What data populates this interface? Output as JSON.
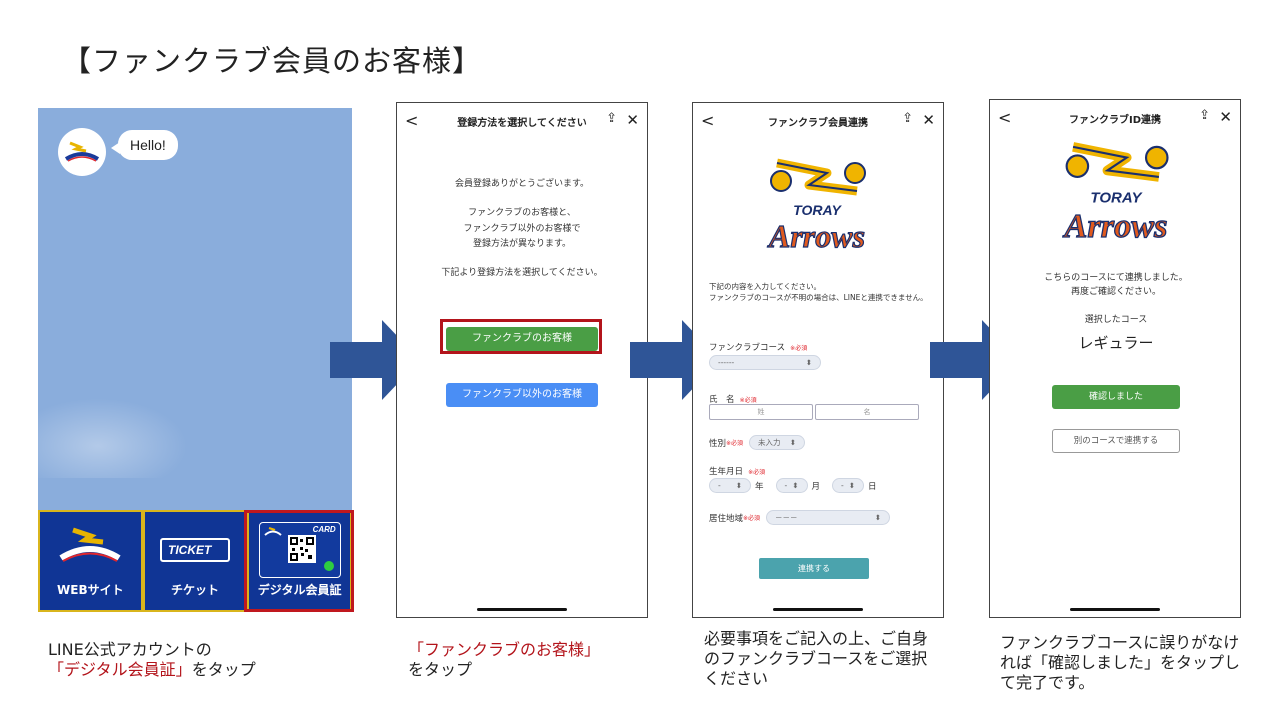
{
  "page_title": "【ファンクラブ会員のお客様】",
  "colors": {
    "accent_red": "#b3141b",
    "arrow_blue": "#2f5597",
    "line_bg": "#8aaddc",
    "green": "#4a9e45",
    "blue": "#4a8ef5"
  },
  "panel1": {
    "bubble": "Hello!",
    "menu": [
      {
        "label": "WEBサイト",
        "icon": "arrows-logo-icon"
      },
      {
        "label": "チケット",
        "icon": "ticket-icon",
        "icon_text": "TICKET"
      },
      {
        "label": "デジタル会員証",
        "icon": "member-card-icon",
        "icon_text": "CARD"
      }
    ],
    "caption_prefix": "LINE公式アカウントの",
    "caption_highlight": "「デジタル会員証」",
    "caption_suffix": "をタップ"
  },
  "panel2": {
    "header_title": "登録方法を選択してください",
    "lines": [
      "会員登録ありがとうございます。",
      "ファンクラブのお客様と、",
      "ファンクラブ以外のお客様で",
      "登録方法が異なります。",
      "下記より登録方法を選択してください。"
    ],
    "btn_fanclub": "ファンクラブのお客様",
    "btn_other": "ファンクラブ以外のお客様",
    "caption_highlight": "「ファンクラブのお客様」",
    "caption_suffix": "をタップ"
  },
  "panel3": {
    "header_title": "ファンクラブ会員連携",
    "logo_top": "TORAY",
    "logo_main": "Arrows",
    "intro": "下記の内容を入力してください。",
    "intro2": "ファンクラブのコースが不明の場合は、LINEと連携できません。",
    "label_course": "ファンクラブコース",
    "required": "※必須",
    "course_value": "------",
    "label_name": "氏　名",
    "ph_last": "姓",
    "ph_first": "名",
    "label_gender": "性別",
    "gender_value": "未入力",
    "label_birth": "生年月日",
    "birth_year": "-",
    "unit_year": "年",
    "birth_month": "-",
    "unit_month": "月",
    "birth_day": "-",
    "unit_day": "日",
    "label_region": "居住地域",
    "region_value": "－－－",
    "btn_link": "連携する",
    "caption": "必要事項をご記入の上、ご自身のファンクラブコースをご選択ください"
  },
  "panel4": {
    "header_title": "ファンクラブID連携",
    "logo_top": "TORAY",
    "logo_main": "Arrows",
    "line1": "こちらのコースにて連携しました。",
    "line2": "再度ご確認ください。",
    "selected_label": "選択したコース",
    "course": "レギュラー",
    "btn_confirm": "確認しました",
    "btn_other": "別のコースで連携する",
    "caption": "ファンクラブコースに誤りがなければ「確認しました」をタップして完了です。"
  },
  "nav": {
    "back": "<",
    "share": "⇪",
    "close": "✕"
  }
}
